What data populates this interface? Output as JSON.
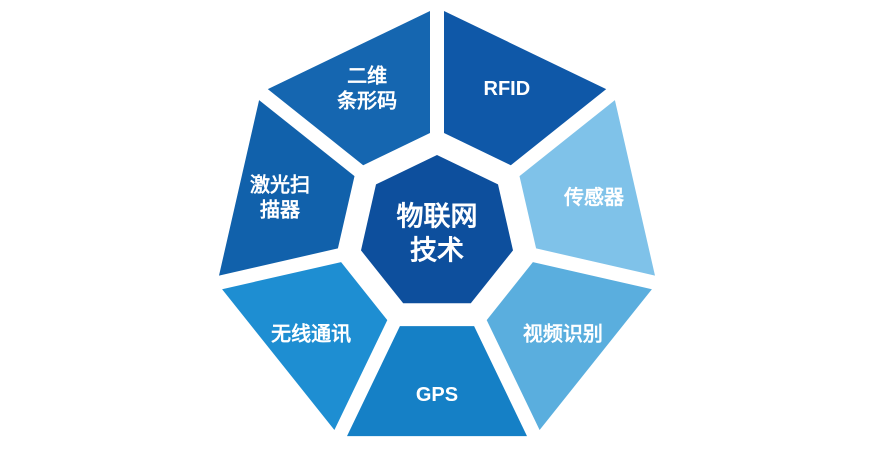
{
  "diagram": {
    "title": "IoT technology wheel diagram",
    "background_color": "#ffffff",
    "text_color": "#ffffff",
    "center": {
      "label": "物联网\n技术",
      "color": "#0d4f9d"
    },
    "items": [
      {
        "label": "二维\n条形码",
        "color": "#1566b0"
      },
      {
        "label": "RFID",
        "color": "#0f58a8"
      },
      {
        "label": "传感器",
        "color": "#7fc2e9"
      },
      {
        "label": "视频识别",
        "color": "#5aaede"
      },
      {
        "label": "GPS",
        "color": "#1580c6"
      },
      {
        "label": "无线通讯",
        "color": "#1e8ed2"
      },
      {
        "label": "激光扫\n描器",
        "color": "#1161ab"
      }
    ]
  }
}
